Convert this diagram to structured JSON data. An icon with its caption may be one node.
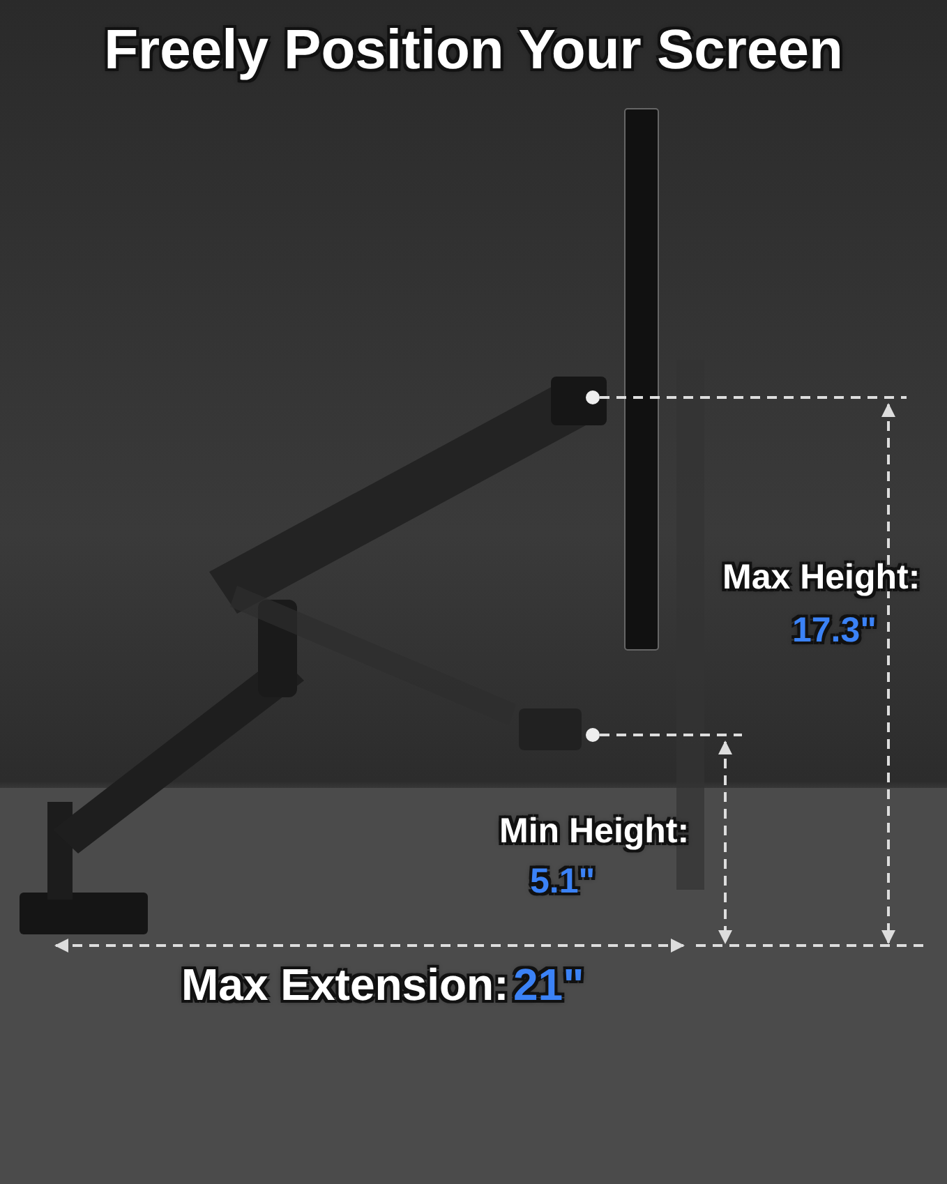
{
  "diagram": {
    "title": "Freely Position Your Screen",
    "labels": [
      "Max Height:",
      "17.3\"",
      "Min Height:",
      "5.1\"",
      "Max Extension:",
      "21\""
    ]
  }
}
